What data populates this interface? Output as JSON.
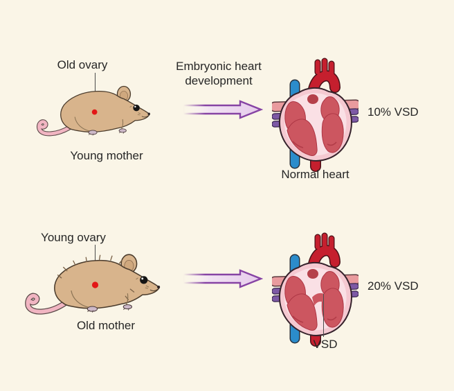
{
  "figure": {
    "background_color": "#faf5e7",
    "process": {
      "line1": "Embryonic heart",
      "line2": "development"
    },
    "rows": [
      {
        "ovary_label": "Old ovary",
        "mother_label": "Young mother",
        "heart_caption": "Normal heart",
        "vsd_rate": "10% VSD",
        "heart_type": "normal"
      },
      {
        "ovary_label": "Young ovary",
        "mother_label": "Old mother",
        "heart_caption": "VSD",
        "vsd_rate": "20% VSD",
        "heart_type": "vsd"
      }
    ],
    "colors": {
      "arrow_outline": "#8643a4",
      "arrow_fill_light": "#e6cbeb",
      "mouse_body": "#d8b48c",
      "mouse_tail": "#f1b5c2",
      "ovary_dot": "#e31717",
      "aorta_red": "#c51f2e",
      "vena_cava_blue": "#2b8ccb",
      "pulmonary_pink": "#e99b9e",
      "vessel_purple": "#7d59a5",
      "heart_wall_pink": "#f5c9d1",
      "heart_inner_wall": "#fae0e5",
      "heart_chamber_red": "#cc5660",
      "text_color": "#262626"
    }
  }
}
